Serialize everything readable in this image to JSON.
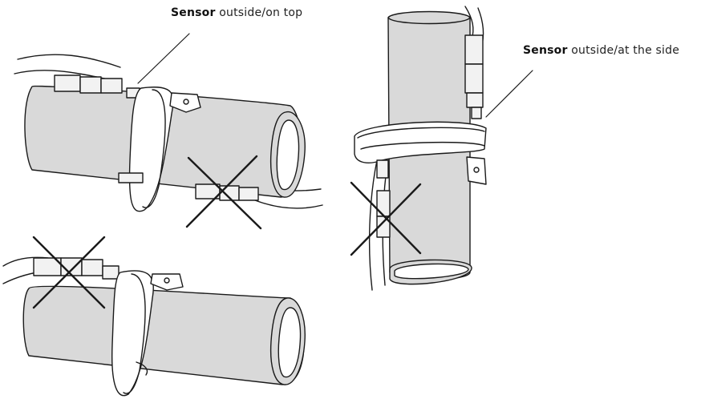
{
  "labels": {
    "top": {
      "bold": "Sensor",
      "rest": "outside/on top"
    },
    "side": {
      "bold": "Sensor",
      "rest": "outside/at the side"
    }
  },
  "figures": [
    {
      "id": "horizontal-pipe-upper",
      "sensor_position": "on top",
      "crossed_out": "wrong sensor placement under pipe"
    },
    {
      "id": "horizontal-pipe-lower",
      "sensor_position": "outside strap",
      "crossed_out": "sensor"
    },
    {
      "id": "vertical-pipe",
      "sensor_position": "at the side",
      "crossed_out": "wrong sensor placement"
    }
  ],
  "colors": {
    "pipe": "#d9d9d9",
    "stroke": "#1a1a1a",
    "background": "#ffffff"
  }
}
